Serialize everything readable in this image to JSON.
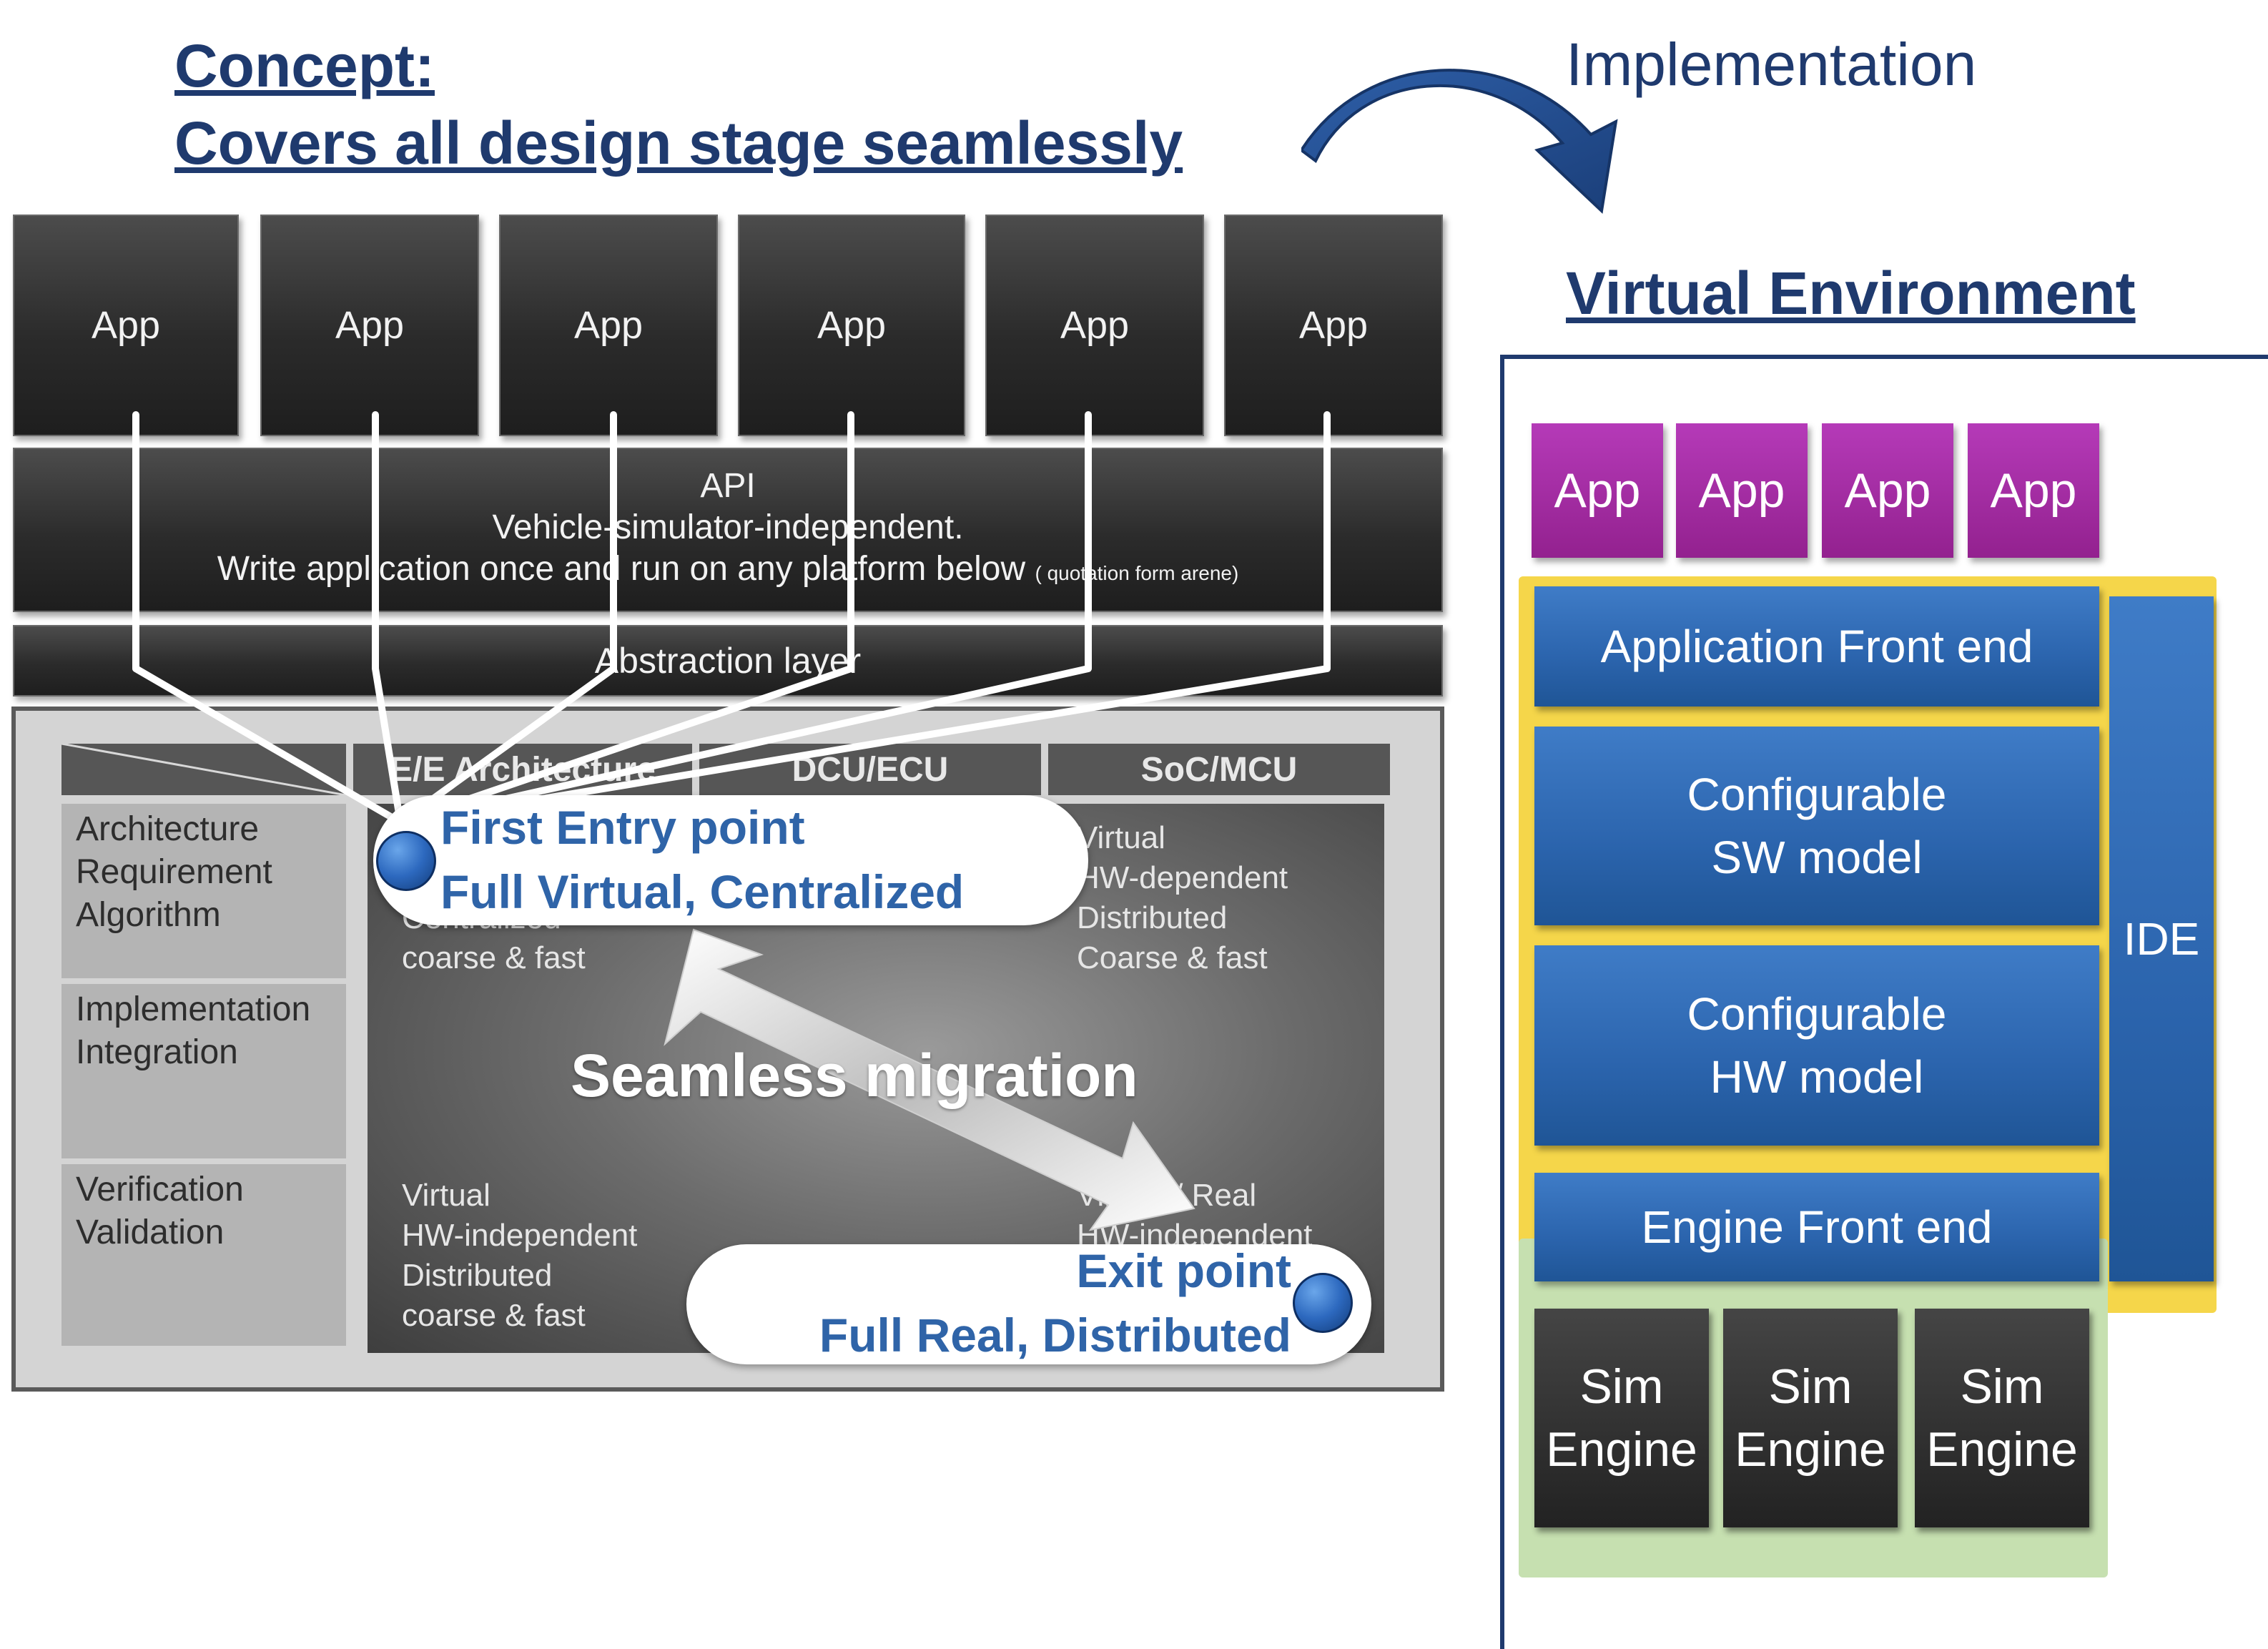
{
  "concept": {
    "title_line1": "Concept:",
    "title_line2": "Covers all design stage seamlessly"
  },
  "implementation_label": "Implementation",
  "virtual_env_title": "Virtual Environment",
  "apps": [
    "App",
    "App",
    "App",
    "App",
    "App",
    "App"
  ],
  "api": {
    "line1": "API",
    "line2": "Vehicle-simulator-independent.",
    "line3": "Write application once and run on any platform below",
    "note": "( quotation form arene)"
  },
  "abstraction_layer": "Abstraction layer",
  "columns": [
    "E/E Architecture",
    "DCU/ECU",
    "SoC/MCU"
  ],
  "rows": [
    "Architecture\nRequirement\nAlgorithm",
    "Implementation\nIntegration",
    "Verification\nValidation"
  ],
  "cells": {
    "top_left": "Centralized\ncoarse & fast",
    "top_right": "Virtual\nHW-dependent\nDistributed\nCoarse & fast",
    "bottom_left": "Virtual\nHW-independent\nDistributed\ncoarse & fast",
    "bottom_right": "Virtual / Real\nHW-independent"
  },
  "first_entry": {
    "line1": "First Entry point",
    "line2": "Full Virtual, Centralized"
  },
  "exit_point": {
    "line1": "Exit point",
    "line2": "Full Real, Distributed"
  },
  "migration_label": "Seamless migration",
  "virtual_env": {
    "apps": [
      "App",
      "App",
      "App",
      "App"
    ],
    "app_frontend": "Application Front end",
    "sw_model": "Configurable\nSW model",
    "hw_model": "Configurable\nHW model",
    "engine_frontend": "Engine Front end",
    "ide": "IDE",
    "sim_engines": [
      "Sim\nEngine",
      "Sim\nEngine",
      "Sim\nEngine"
    ]
  },
  "colors": {
    "heading": "#1f3a6e",
    "bubble_text": "#2f64a8",
    "blue_box": "#2b64ad",
    "purple_box": "#93218f",
    "yellow_frame": "#f5d64a",
    "green_frame": "#c6e0b0",
    "ve_border": "#1f3a6e"
  }
}
